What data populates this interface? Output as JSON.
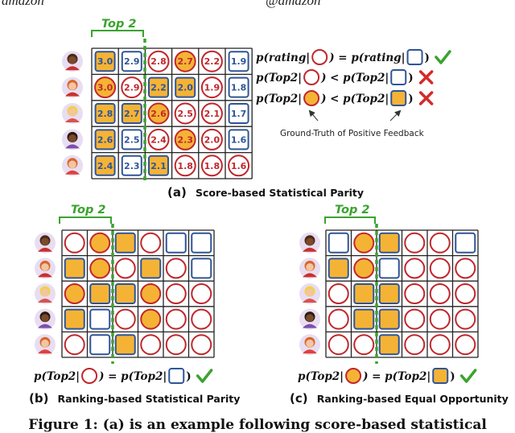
{
  "header_fragment": {
    "left": "amazon",
    "right": "@amazon"
  },
  "panel_a": {
    "top2_label": "Top 2",
    "caption_letter": "(a)",
    "caption_text": "Score-based Statistical Parity",
    "rows": [
      {
        "avatar": "avatar-woman-dark",
        "cells": [
          [
            "s",
            "3.0"
          ],
          [
            "s",
            "2.9"
          ],
          [
            "c",
            "2.8"
          ],
          [
            "c",
            "2.7"
          ],
          [
            "c",
            "2.2"
          ],
          [
            "s",
            "1.9"
          ]
        ],
        "filled": [
          1,
          0,
          0,
          1,
          0,
          0
        ]
      },
      {
        "avatar": "avatar-woman-redhair",
        "cells": [
          [
            "c",
            "3.0"
          ],
          [
            "c",
            "2.9"
          ],
          [
            "s",
            "2.2"
          ],
          [
            "s",
            "2.0"
          ],
          [
            "c",
            "1.9"
          ],
          [
            "s",
            "1.8"
          ]
        ],
        "filled": [
          1,
          0,
          1,
          1,
          0,
          0
        ]
      },
      {
        "avatar": "avatar-man-blond",
        "cells": [
          [
            "s",
            "2.8"
          ],
          [
            "s",
            "2.7"
          ],
          [
            "c",
            "2.6"
          ],
          [
            "c",
            "2.5"
          ],
          [
            "c",
            "2.1"
          ],
          [
            "s",
            "1.7"
          ]
        ],
        "filled": [
          1,
          1,
          1,
          0,
          0,
          0
        ]
      },
      {
        "avatar": "avatar-man-dark",
        "cells": [
          [
            "s",
            "2.6"
          ],
          [
            "s",
            "2.5"
          ],
          [
            "c",
            "2.4"
          ],
          [
            "c",
            "2.3"
          ],
          [
            "c",
            "2.0"
          ],
          [
            "s",
            "1.6"
          ]
        ],
        "filled": [
          1,
          0,
          0,
          1,
          0,
          0
        ]
      },
      {
        "avatar": "avatar-woman-redhair",
        "cells": [
          [
            "s",
            "2.4"
          ],
          [
            "s",
            "2.3"
          ],
          [
            "s",
            "2.1"
          ],
          [
            "c",
            "1.8"
          ],
          [
            "c",
            "1.8"
          ],
          [
            "c",
            "1.6"
          ]
        ],
        "filled": [
          1,
          0,
          1,
          0,
          0,
          0
        ]
      }
    ],
    "formulas": [
      {
        "left": "p(rating|",
        "mid": ") = p(rating|",
        "end": ")",
        "mark": "check-icon"
      },
      {
        "left": "p(Top2|",
        "mid": ") < p(Top2|",
        "end": ")",
        "mark": "cross-icon"
      },
      {
        "left": "p(Top2|",
        "mid": ") < p(Top2|",
        "end": ")",
        "mark": "cross-icon"
      }
    ],
    "ground_truth_label": "Ground-Truth of Positive Feedback"
  },
  "panel_b": {
    "top2_label": "Top 2",
    "caption_letter": "(b)",
    "caption_text": "Ranking-based Statistical Parity",
    "rows": [
      {
        "cells": [
          [
            "c",
            0
          ],
          [
            "c",
            1
          ],
          [
            "s",
            1
          ],
          [
            "c",
            0
          ],
          [
            "s",
            0
          ],
          [
            "s",
            0
          ]
        ]
      },
      {
        "cells": [
          [
            "s",
            1
          ],
          [
            "c",
            1
          ],
          [
            "c",
            0
          ],
          [
            "s",
            1
          ],
          [
            "c",
            0
          ],
          [
            "s",
            0
          ]
        ]
      },
      {
        "cells": [
          [
            "c",
            1
          ],
          [
            "s",
            1
          ],
          [
            "s",
            1
          ],
          [
            "c",
            1
          ],
          [
            "c",
            0
          ],
          [
            "c",
            0
          ]
        ]
      },
      {
        "cells": [
          [
            "s",
            1
          ],
          [
            "s",
            0
          ],
          [
            "c",
            0
          ],
          [
            "c",
            1
          ],
          [
            "c",
            0
          ],
          [
            "c",
            0
          ]
        ]
      },
      {
        "cells": [
          [
            "c",
            0
          ],
          [
            "s",
            0
          ],
          [
            "s",
            1
          ],
          [
            "c",
            0
          ],
          [
            "c",
            0
          ],
          [
            "c",
            0
          ]
        ]
      }
    ],
    "formula": {
      "left": "p(Top2|",
      "mid": ") = p(Top2|",
      "end": ")",
      "mark": "check-icon"
    }
  },
  "panel_c": {
    "top2_label": "Top 2",
    "caption_letter": "(c)",
    "caption_text": "Ranking-based Equal Opportunity",
    "rows": [
      {
        "cells": [
          [
            "s",
            0
          ],
          [
            "c",
            1
          ],
          [
            "s",
            1
          ],
          [
            "c",
            0
          ],
          [
            "c",
            0
          ],
          [
            "s",
            0
          ]
        ]
      },
      {
        "cells": [
          [
            "s",
            1
          ],
          [
            "c",
            1
          ],
          [
            "s",
            0
          ],
          [
            "c",
            0
          ],
          [
            "c",
            0
          ],
          [
            "c",
            0
          ]
        ]
      },
      {
        "cells": [
          [
            "c",
            0
          ],
          [
            "s",
            1
          ],
          [
            "s",
            1
          ],
          [
            "c",
            0
          ],
          [
            "c",
            0
          ],
          [
            "c",
            0
          ]
        ]
      },
      {
        "cells": [
          [
            "c",
            0
          ],
          [
            "s",
            1
          ],
          [
            "s",
            1
          ],
          [
            "c",
            0
          ],
          [
            "c",
            0
          ],
          [
            "c",
            0
          ]
        ]
      },
      {
        "cells": [
          [
            "c",
            0
          ],
          [
            "c",
            0
          ],
          [
            "s",
            1
          ],
          [
            "c",
            0
          ],
          [
            "c",
            0
          ],
          [
            "c",
            0
          ]
        ]
      }
    ],
    "formula": {
      "left": "p(Top2|",
      "mid": ") = p(Top2|",
      "end": ")",
      "mark": "check-icon"
    }
  },
  "figure_caption": "Figure 1: (a) is an example following score-based statistical",
  "colors": {
    "circle_red": "#c0272d",
    "square_blue": "#2f5597",
    "fill_orange": "#f5b335",
    "green": "#3aa32f",
    "cross_red": "#d42a2a"
  }
}
